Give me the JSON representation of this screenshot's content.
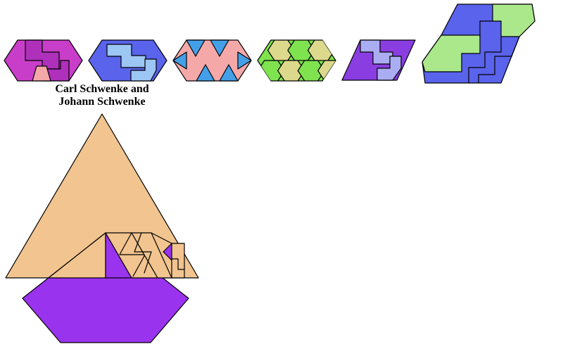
{
  "page": {
    "background": "#ffffff"
  },
  "caption": {
    "line1": "Carl Schwenke and",
    "line2": "Johann Schwenke"
  },
  "palette": {
    "outline": "#000000"
  },
  "figures": [
    {
      "id": "magenta-interlocked-hexagon",
      "colors": {
        "base": "#c93ec9",
        "alt": "#ae30bb",
        "accent": "#f5a8a8"
      }
    },
    {
      "id": "blue-interlocked-hexagon",
      "colors": {
        "base": "#5a63ec",
        "alt": "#9cc6f4"
      }
    },
    {
      "id": "salmon-blue-zigzag-hexagon",
      "colors": {
        "base": "#f5a8a8",
        "alt": "#43a0e8"
      }
    },
    {
      "id": "green-honeycomb-hexagon",
      "colors": {
        "base": "#7fe24f",
        "alt": "#dcd98c"
      }
    },
    {
      "id": "purple-interlocked-parallelogram",
      "colors": {
        "base": "#8a3ee2",
        "alt": "#abadf2"
      }
    },
    {
      "id": "blue-green-stepped-hexagon",
      "colors": {
        "base": "#5a63ec",
        "alt": "#abe88c"
      }
    }
  ],
  "main_figure": {
    "id": "triangle-hexagon-dissection",
    "colors": {
      "triangle": "#f2c48f",
      "hexagon": "#9a33ee"
    }
  }
}
